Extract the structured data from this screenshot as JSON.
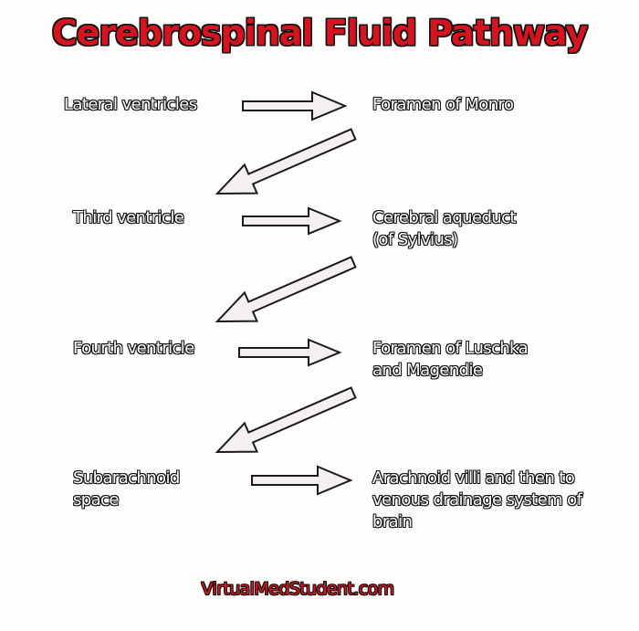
{
  "title": "Cerebrospinal Fluid Pathway",
  "nodes": {
    "lateral_ventricles": "Lateral ventricles",
    "foramen_of_monro": "Foramen of Monro",
    "third_ventricle": "Third ventricle",
    "cerebral_aqueduct": "Cerebral aqueduct\n(of Sylvius)",
    "fourth_ventricle": "Fourth ventricle",
    "foramen_of_luschka_magendie": "Foramen of Luschka\nand Magendie",
    "subarachnoid_space": "Subarachnoid\nspace",
    "arachnoid_villi": "Arachnoid villi and then to\nvenous drainage system of\nbrain"
  },
  "footer": "VirtualMedStudent.com",
  "colors": {
    "title": "#d6141f",
    "text_fill": "#ffffff",
    "outline": "#111111",
    "arrow_fill": "#f5f0ef"
  },
  "edges": [
    [
      "lateral_ventricles",
      "foramen_of_monro"
    ],
    [
      "foramen_of_monro",
      "third_ventricle"
    ],
    [
      "third_ventricle",
      "cerebral_aqueduct"
    ],
    [
      "cerebral_aqueduct",
      "fourth_ventricle"
    ],
    [
      "fourth_ventricle",
      "foramen_of_luschka_magendie"
    ],
    [
      "foramen_of_luschka_magendie",
      "subarachnoid_space"
    ],
    [
      "subarachnoid_space",
      "arachnoid_villi"
    ]
  ]
}
